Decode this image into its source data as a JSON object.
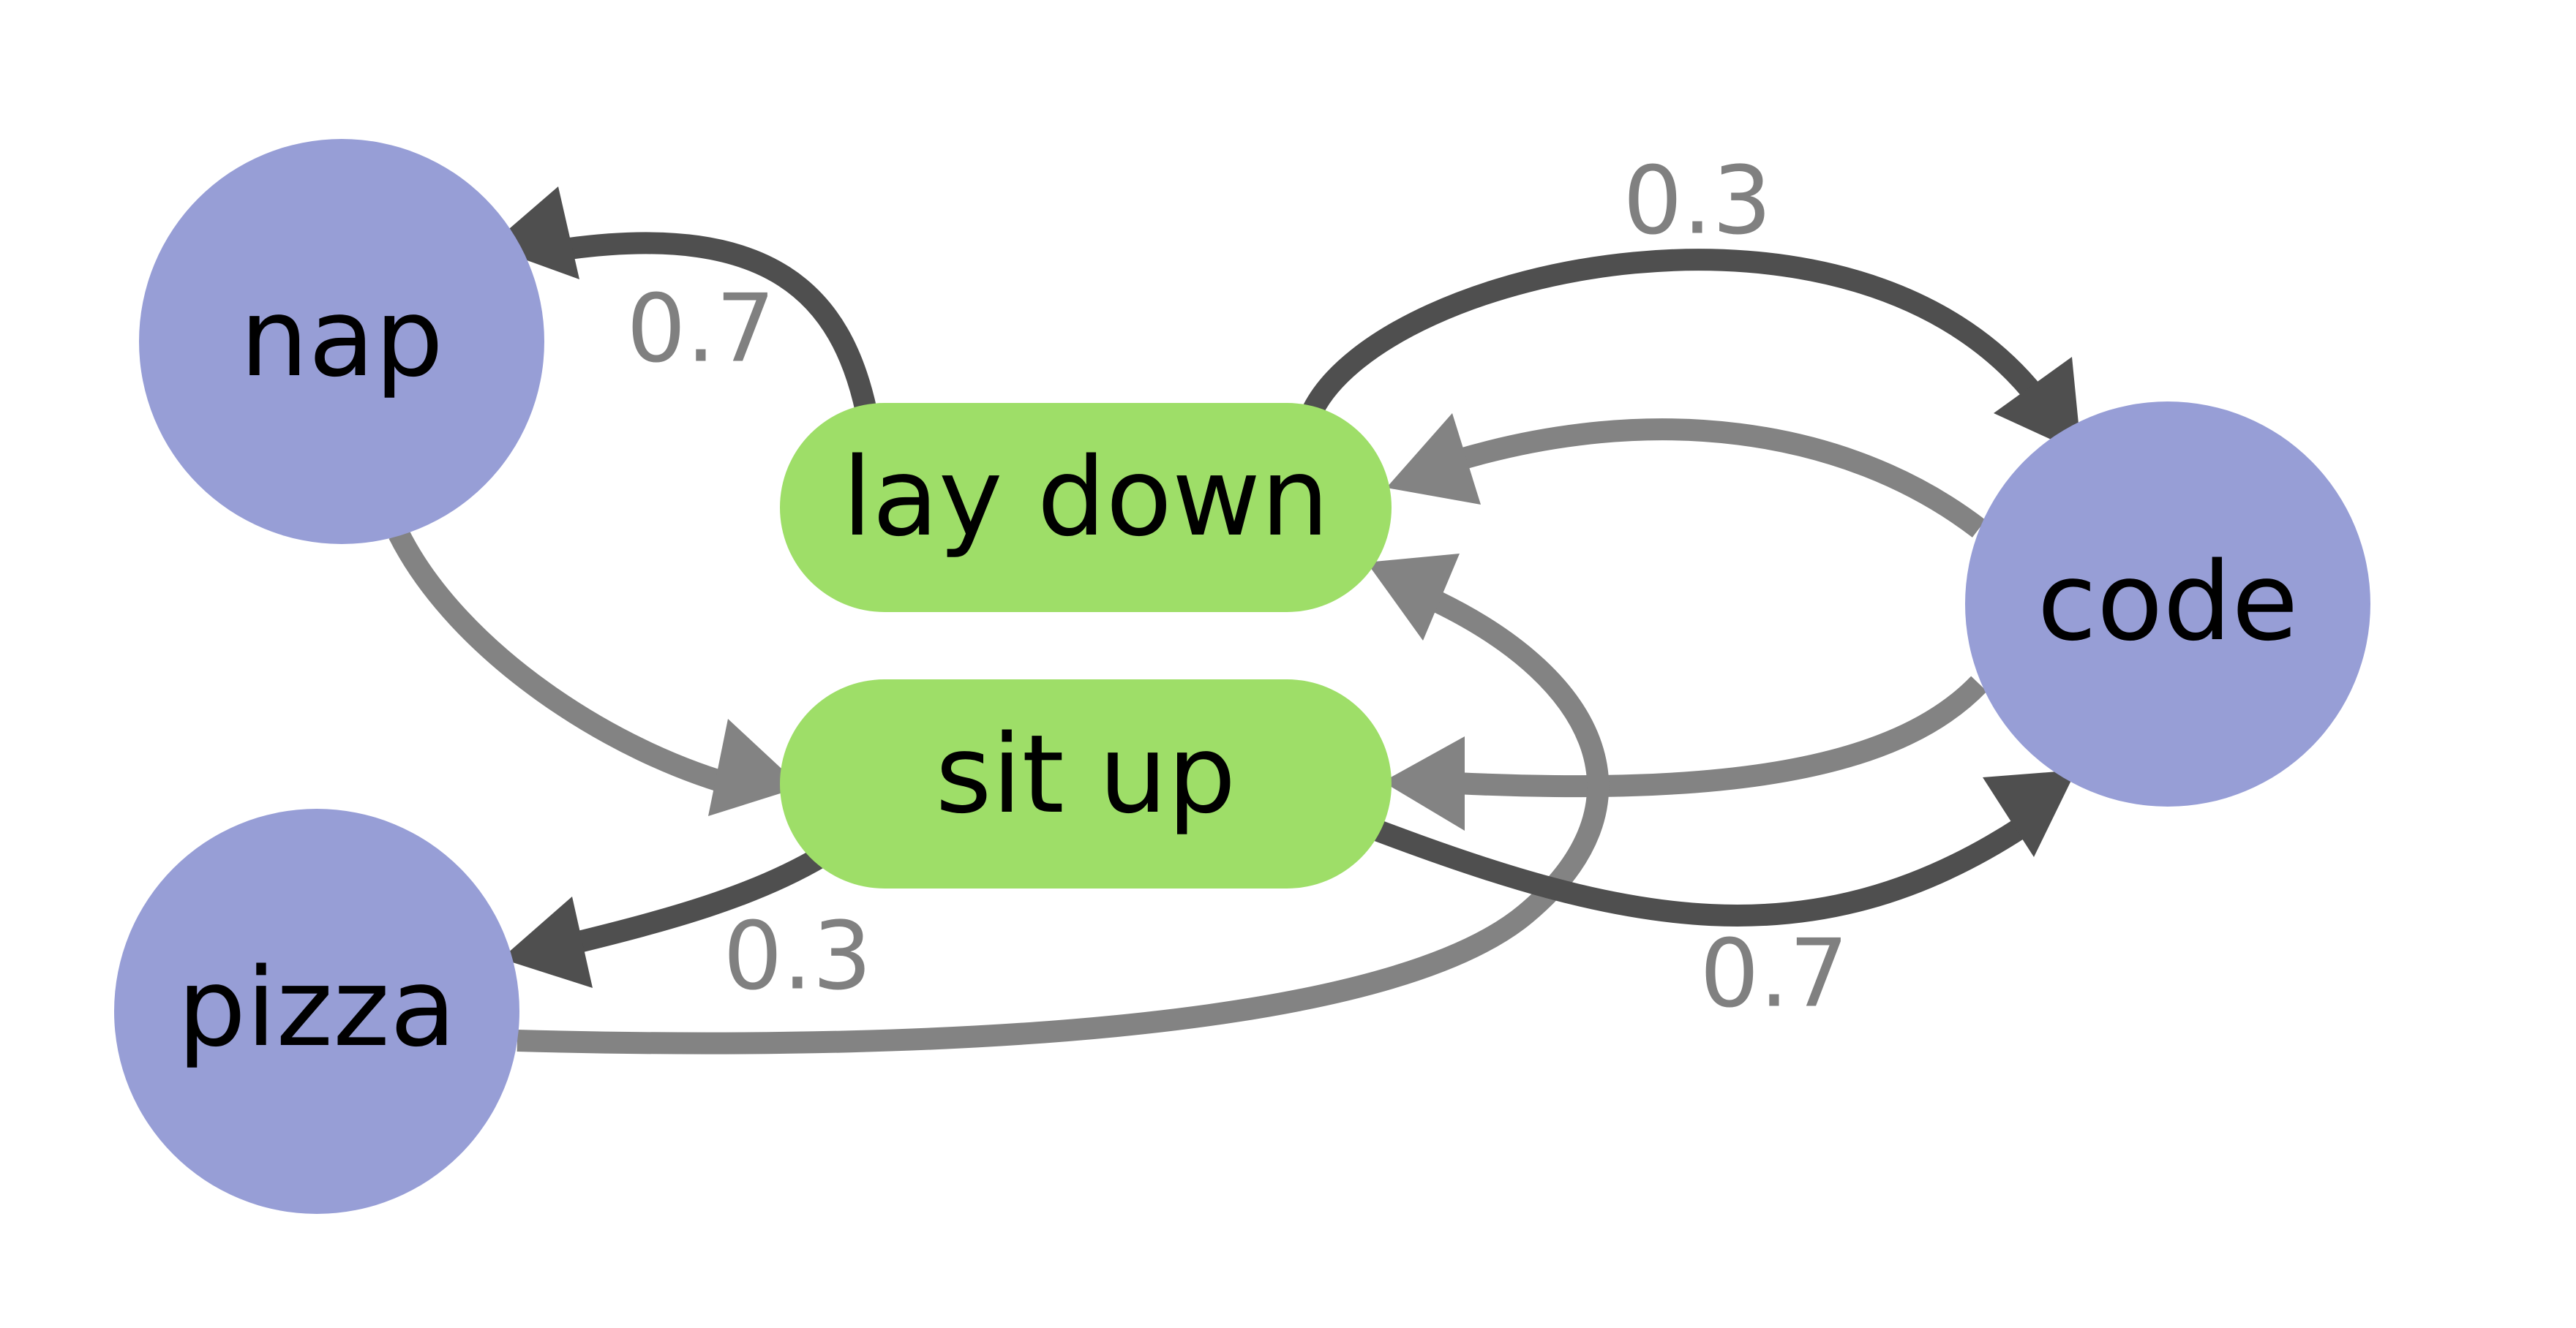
{
  "diagram": {
    "colors": {
      "background": "#ffffff",
      "state_node": "#979ed6",
      "action_node": "#9ede68",
      "edge_dark": "#4f4f4f",
      "edge_light": "#838383",
      "edge_label": "#808080",
      "node_text": "#000000"
    },
    "nodes": {
      "nap": "nap",
      "pizza": "pizza",
      "code": "code",
      "lay_down": "lay down",
      "sit_up": "sit up"
    },
    "edges": [
      {
        "from": "lay down",
        "to": "nap",
        "kind": "dark",
        "label": "0.7"
      },
      {
        "from": "lay down",
        "to": "code",
        "kind": "dark",
        "label": "0.3"
      },
      {
        "from": "code",
        "to": "lay down",
        "kind": "light",
        "label": ""
      },
      {
        "from": "code",
        "to": "sit up",
        "kind": "light",
        "label": ""
      },
      {
        "from": "nap",
        "to": "sit up",
        "kind": "light",
        "label": ""
      },
      {
        "from": "pizza",
        "to": "lay down",
        "kind": "light",
        "label": ""
      },
      {
        "from": "sit up",
        "to": "pizza",
        "kind": "dark",
        "label": "0.3"
      },
      {
        "from": "sit up",
        "to": "code",
        "kind": "dark",
        "label": "0.7"
      }
    ]
  }
}
